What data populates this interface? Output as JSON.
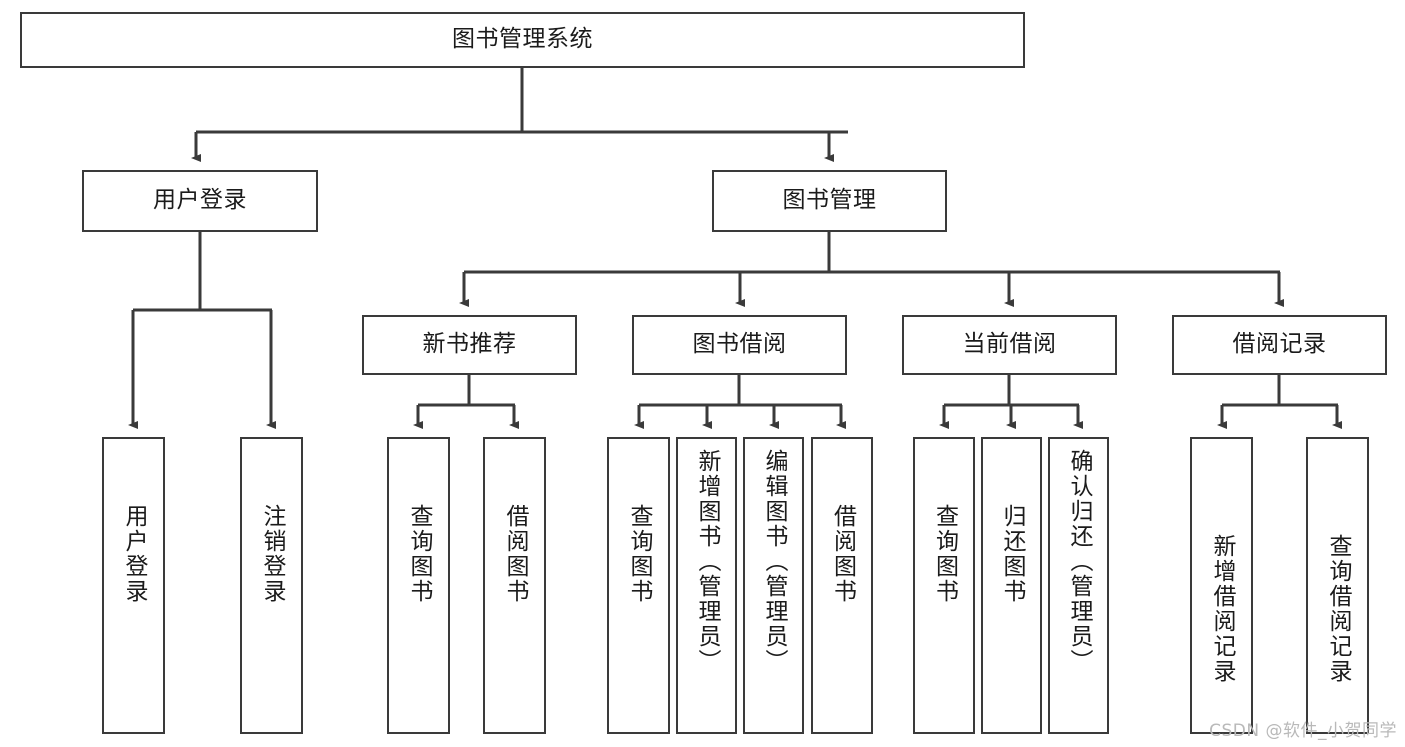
{
  "diagram": {
    "type": "tree-hierarchy",
    "title": "图书管理系统",
    "watermark": "CSDN @软件_小贺同学",
    "colors": {
      "box_border": "#3a3a3a",
      "box_fill": "#ffffff",
      "edge": "#3a3a3a",
      "text": "#1b1b1b",
      "watermark": "#b9b9b9"
    },
    "nodes": {
      "root": {
        "label": "图书管理系统",
        "level": 1
      },
      "login": {
        "label": "用户登录",
        "level": 2
      },
      "book_mgmt": {
        "label": "图书管理",
        "level": 2
      },
      "new_book_rec": {
        "label": "新书推荐",
        "level": 3
      },
      "book_borrow": {
        "label": "图书借阅",
        "level": 3
      },
      "current_borrow": {
        "label": "当前借阅",
        "level": 3
      },
      "borrow_record": {
        "label": "借阅记录",
        "level": 3
      },
      "leaf_user_login": {
        "label": "用户登录",
        "level": 4
      },
      "leaf_logout": {
        "label": "注销登录",
        "level": 4
      },
      "leaf_query_book_1": {
        "label": "查询图书",
        "level": 4
      },
      "leaf_borrow_book_1": {
        "label": "借阅图书",
        "level": 4
      },
      "leaf_query_book_2": {
        "label": "查询图书",
        "level": 4
      },
      "leaf_add_book": {
        "label": "新增图书（管理员）",
        "level": 4
      },
      "leaf_edit_book": {
        "label": "编辑图书（管理员）",
        "level": 4
      },
      "leaf_borrow_book_2": {
        "label": "借阅图书",
        "level": 4
      },
      "leaf_query_book_3": {
        "label": "查询图书",
        "level": 4
      },
      "leaf_return_book": {
        "label": "归还图书",
        "level": 4
      },
      "leaf_confirm_return": {
        "label": "确认归还（管理员）",
        "level": 4
      },
      "leaf_add_record": {
        "label": "新增借阅记录",
        "level": 4
      },
      "leaf_query_record": {
        "label": "查询借阅记录",
        "level": 4
      }
    },
    "edges": [
      {
        "from": "root",
        "to": "login"
      },
      {
        "from": "root",
        "to": "book_mgmt"
      },
      {
        "from": "login",
        "to": "leaf_user_login"
      },
      {
        "from": "login",
        "to": "leaf_logout"
      },
      {
        "from": "book_mgmt",
        "to": "new_book_rec"
      },
      {
        "from": "book_mgmt",
        "to": "book_borrow"
      },
      {
        "from": "book_mgmt",
        "to": "current_borrow"
      },
      {
        "from": "book_mgmt",
        "to": "borrow_record"
      },
      {
        "from": "new_book_rec",
        "to": "leaf_query_book_1"
      },
      {
        "from": "new_book_rec",
        "to": "leaf_borrow_book_1"
      },
      {
        "from": "book_borrow",
        "to": "leaf_query_book_2"
      },
      {
        "from": "book_borrow",
        "to": "leaf_add_book"
      },
      {
        "from": "book_borrow",
        "to": "leaf_edit_book"
      },
      {
        "from": "book_borrow",
        "to": "leaf_borrow_book_2"
      },
      {
        "from": "current_borrow",
        "to": "leaf_query_book_3"
      },
      {
        "from": "current_borrow",
        "to": "leaf_return_book"
      },
      {
        "from": "current_borrow",
        "to": "leaf_confirm_return"
      },
      {
        "from": "borrow_record",
        "to": "leaf_add_record"
      },
      {
        "from": "borrow_record",
        "to": "leaf_query_record"
      }
    ]
  }
}
